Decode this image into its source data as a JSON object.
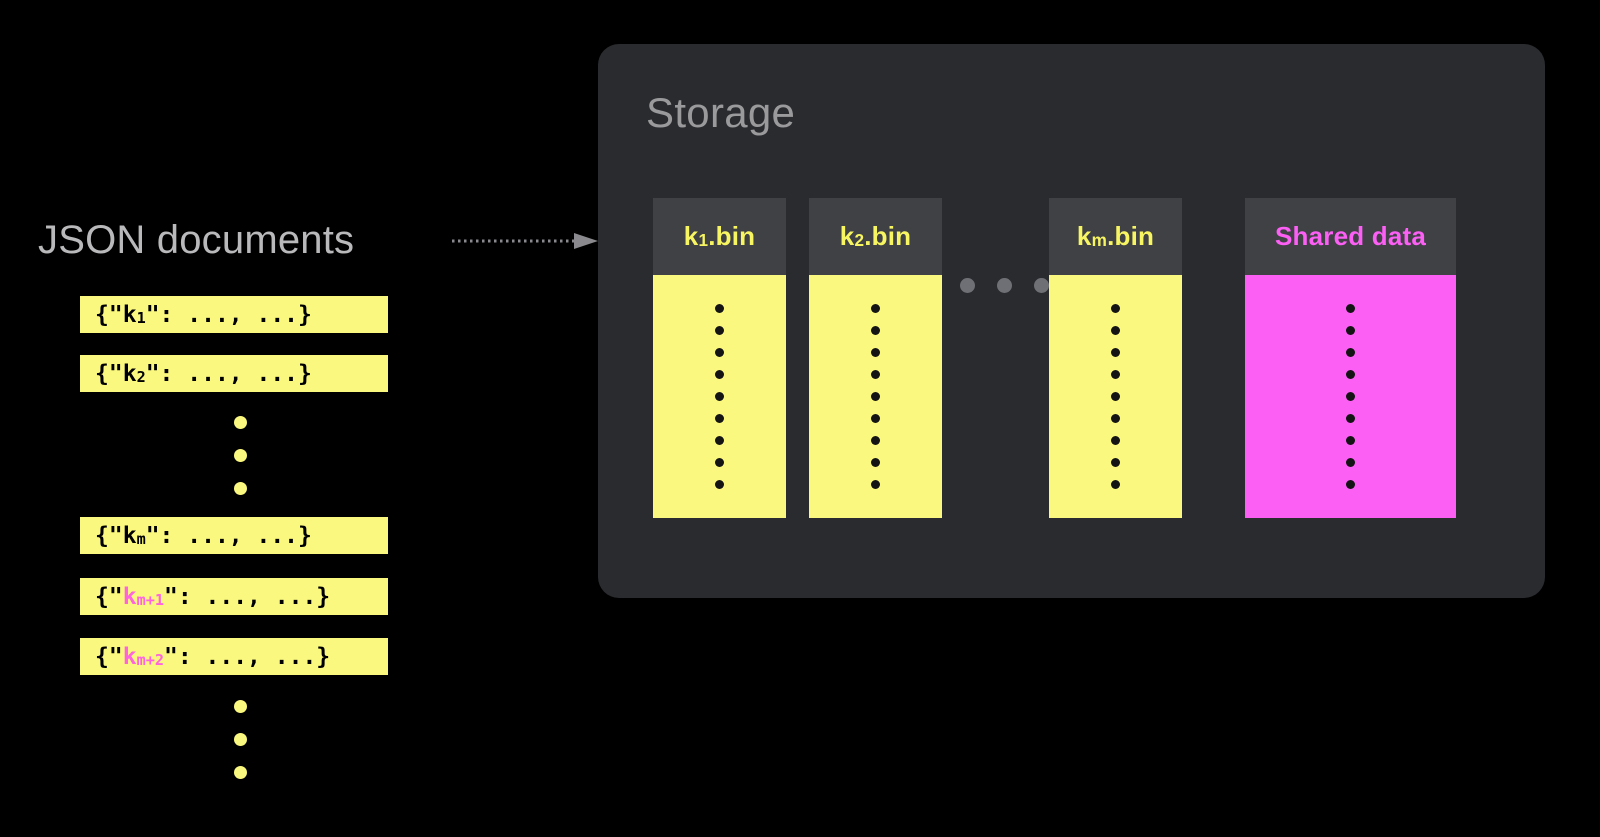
{
  "diagram": {
    "background_color": "#000000",
    "left": {
      "label": "JSON documents",
      "label_color": "#b9b9bb",
      "arrow": {
        "name": "dotted-arrow",
        "style": "dotted",
        "color": "#8a8a8e",
        "direction": "right"
      },
      "documents": [
        {
          "prefix": "{\"",
          "key": "k",
          "sub": "1",
          "suffix": "\": ...,  ...}",
          "highlight": false
        },
        {
          "prefix": "{\"",
          "key": "k",
          "sub": "2",
          "suffix": "\": ...,  ...}",
          "highlight": false
        },
        {
          "prefix": "{\"",
          "key": "k",
          "sub": "m",
          "suffix": "\": ...,  ...}",
          "highlight": false
        },
        {
          "prefix": "{\"",
          "key": "k",
          "sub": "m+1",
          "suffix": "\": ...,  ...}",
          "highlight": true
        },
        {
          "prefix": "{\"",
          "key": "k",
          "sub": "m+2",
          "suffix": "\": ...,  ...}",
          "highlight": true
        }
      ],
      "ellipsis_dot_count": 3,
      "ellipsis_color": "#faf87e",
      "doc_fill_color": "#faf87e",
      "doc_text_color": "#000000",
      "highlight_color": "#ff63dd"
    },
    "storage": {
      "title": "Storage",
      "title_color": "#9a9a9c",
      "panel_color": "#292b2f",
      "ellipsis_dot_count": 3,
      "ellipsis_color": "#6f7076",
      "columns": [
        {
          "name": "k1-bin",
          "prefix": "k",
          "sub": "1",
          "suffix": ".bin",
          "header_color": "#3f4145",
          "label_color": "#f7f562",
          "body_color": "#faf87e",
          "dot_count": 9,
          "shared": false
        },
        {
          "name": "k2-bin",
          "prefix": "k",
          "sub": "2",
          "suffix": ".bin",
          "header_color": "#3f4145",
          "label_color": "#f7f562",
          "body_color": "#faf87e",
          "dot_count": 9,
          "shared": false
        },
        {
          "name": "km-bin",
          "prefix": "k",
          "sub": "m",
          "suffix": ".bin",
          "header_color": "#3f4145",
          "label_color": "#f7f562",
          "body_color": "#faf87e",
          "dot_count": 9,
          "shared": false
        },
        {
          "name": "shared-data",
          "prefix": "",
          "sub": "",
          "suffix": "Shared data",
          "header_color": "#3f4145",
          "label_color": "#fb5ff4",
          "body_color": "#fb5ff4",
          "dot_count": 9,
          "shared": true
        }
      ]
    }
  }
}
